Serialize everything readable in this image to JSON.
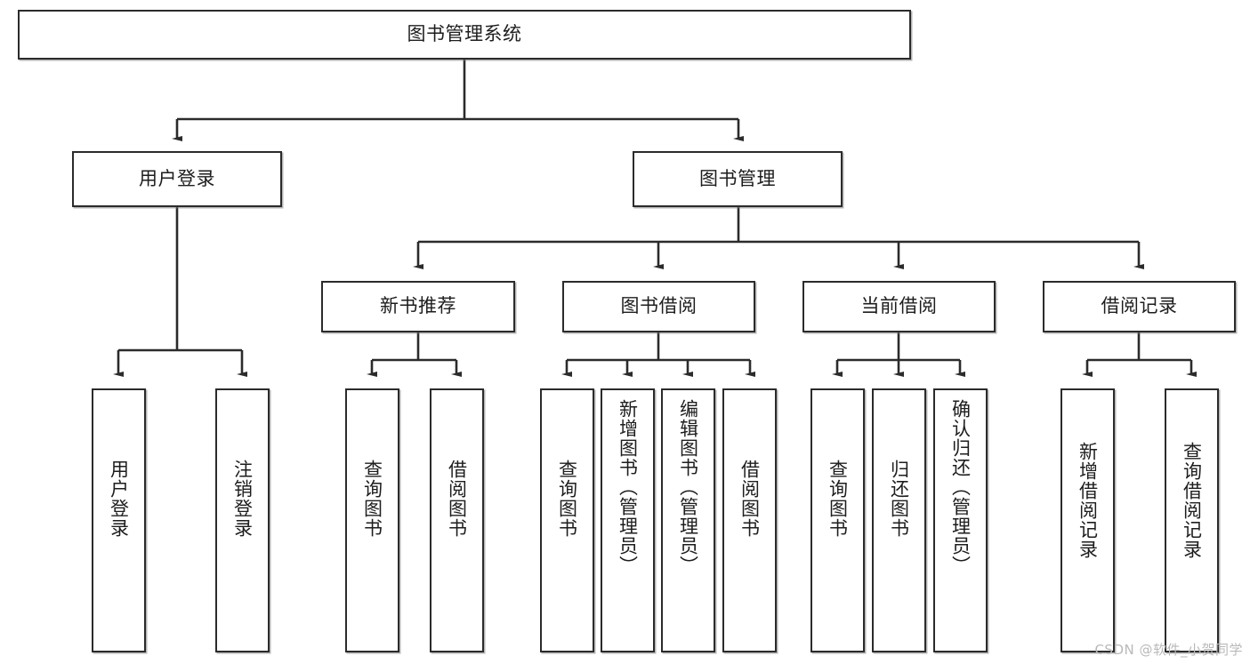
{
  "diagram": {
    "title": "图书管理系统",
    "type": "tree",
    "style": {
      "box_border_color": "#2b2b2b",
      "box_fill_color": "#ffffff",
      "text_color": "#1d1d1d",
      "connector_color": "#2b2b2b",
      "background": "#ffffff"
    },
    "levels": {
      "root": {
        "label": "图书管理系统",
        "orientation": "horizontal"
      },
      "level2": [
        {
          "id": "user-login",
          "label": "用户登录",
          "orientation": "horizontal"
        },
        {
          "id": "book-manage",
          "label": "图书管理",
          "orientation": "horizontal"
        }
      ],
      "level3": [
        {
          "id": "new-book-recommend",
          "label": "新书推荐",
          "orientation": "horizontal",
          "parent": "book-manage"
        },
        {
          "id": "book-borrow",
          "label": "图书借阅",
          "orientation": "horizontal",
          "parent": "book-manage"
        },
        {
          "id": "current-borrow",
          "label": "当前借阅",
          "orientation": "horizontal",
          "parent": "book-manage"
        },
        {
          "id": "borrow-record",
          "label": "借阅记录",
          "orientation": "horizontal",
          "parent": "book-manage"
        }
      ],
      "level4": [
        {
          "id": "leaf-user-login",
          "label": "用户登录",
          "orientation": "vertical",
          "parent": "user-login"
        },
        {
          "id": "leaf-logout-login",
          "label": "注销登录",
          "orientation": "vertical",
          "parent": "user-login"
        },
        {
          "id": "leaf-query-book-1",
          "label": "查询图书",
          "orientation": "vertical",
          "parent": "new-book-recommend"
        },
        {
          "id": "leaf-borrow-book-1",
          "label": "借阅图书",
          "orientation": "vertical",
          "parent": "new-book-recommend"
        },
        {
          "id": "leaf-query-book-2",
          "label": "查询图书",
          "orientation": "vertical",
          "parent": "book-borrow"
        },
        {
          "id": "leaf-add-book",
          "label": "新增图书（管理员）",
          "orientation": "vertical",
          "parent": "book-borrow"
        },
        {
          "id": "leaf-edit-book",
          "label": "编辑图书（管理员）",
          "orientation": "vertical",
          "parent": "book-borrow"
        },
        {
          "id": "leaf-borrow-book-2",
          "label": "借阅图书",
          "orientation": "vertical",
          "parent": "book-borrow"
        },
        {
          "id": "leaf-query-book-3",
          "label": "查询图书",
          "orientation": "vertical",
          "parent": "current-borrow"
        },
        {
          "id": "leaf-return-book",
          "label": "归还图书",
          "orientation": "vertical",
          "parent": "current-borrow"
        },
        {
          "id": "leaf-confirm-return",
          "label": "确认归还（管理员）",
          "orientation": "vertical",
          "parent": "current-borrow"
        },
        {
          "id": "leaf-add-record",
          "label": "新增借阅记录",
          "orientation": "vertical",
          "parent": "borrow-record"
        },
        {
          "id": "leaf-query-record",
          "label": "查询借阅记录",
          "orientation": "vertical",
          "parent": "borrow-record"
        }
      ]
    }
  },
  "watermark": {
    "text": "CSDN @软件_小贺同学"
  }
}
